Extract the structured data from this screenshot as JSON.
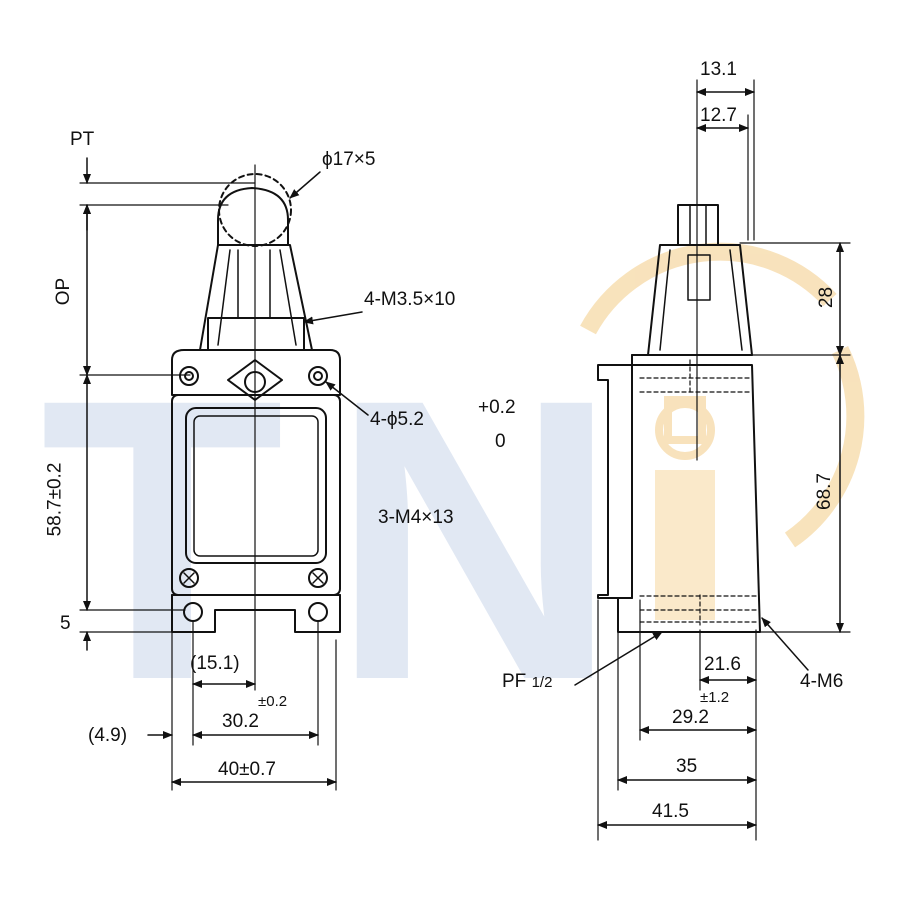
{
  "watermark": {
    "letters": [
      "T",
      "N"
    ],
    "color_blue": "#c9d6ea",
    "color_orange": "#f6d9a6"
  },
  "front_view": {
    "pt": "PT",
    "op": "OP",
    "roller": "ϕ17×5",
    "screw_m35": "4-M3.5×10",
    "hole_phi": "4-ϕ5.2",
    "tol_plus": "+0.2",
    "tol_zero": "0",
    "screw_m4": "3-M4×13",
    "height": "58.7±0.2",
    "base": "5",
    "half_width": "(15.1)",
    "tol_02": "±0.2",
    "spacing": "30.2",
    "offset": "(4.9)",
    "width": "40±0.7"
  },
  "side_view": {
    "top_outer": "13.1",
    "top_inner": "12.7",
    "head_h": "28",
    "body_h": "68.7",
    "conduit": "PF",
    "conduit_frac": "1/2",
    "m6": "4-M6",
    "d216": "21.6",
    "tol_12": "±1.2",
    "d292": "29.2",
    "d35": "35",
    "d415": "41.5"
  }
}
